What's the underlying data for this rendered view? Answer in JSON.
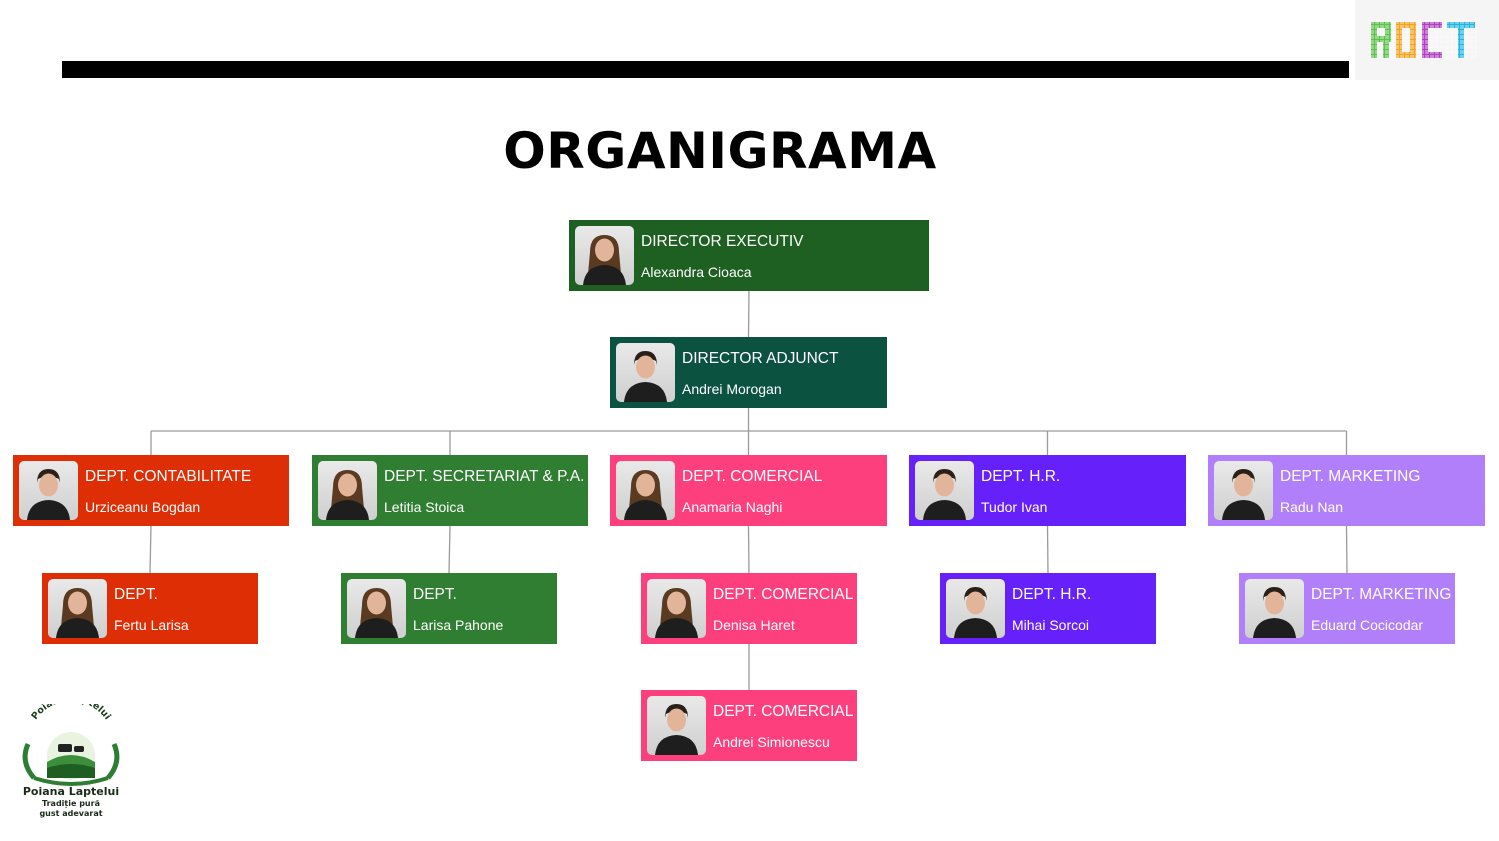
{
  "header": {
    "title": "ORGANIGRAMA",
    "brand_logo_text": "ROCT"
  },
  "footer_logo": {
    "arc_text": "Poiana Laptelui",
    "name": "Poiana Laptelui",
    "tagline_1": "Tradiție pură",
    "tagline_2": "gust adevarat"
  },
  "colors": {
    "executive": "#1e5f22",
    "adjunct": "#0b5240",
    "accounting": "#dd2e06",
    "secretariat": "#2f7e31",
    "commercial": "#fd3f7e",
    "hr": "#6621fb",
    "marketing": "#b17ffa",
    "connector": "#9a9a9a"
  },
  "nodes": [
    {
      "id": "exec",
      "role": "DIRECTOR EXECUTIV",
      "name": "Alexandra Cioaca",
      "color": "executive",
      "photo": "female-photo-icon"
    },
    {
      "id": "adj",
      "role": "DIRECTOR ADJUNCT",
      "name": "Andrei Morogan",
      "color": "adjunct",
      "photo": "male-photo-icon"
    },
    {
      "id": "acc",
      "role": "DEPT. CONTABILITATE",
      "name": "Urziceanu Bogdan",
      "color": "accounting",
      "photo": "male-photo-icon"
    },
    {
      "id": "sec",
      "role": "DEPT. SECRETARIAT & P.A.",
      "name": "Letitia Stoica",
      "color": "secretariat",
      "photo": "female-photo-icon"
    },
    {
      "id": "com",
      "role": "DEPT. COMERCIAL",
      "name": "Anamaria Naghi",
      "color": "commercial",
      "photo": "female-photo-icon"
    },
    {
      "id": "hr",
      "role": "DEPT. H.R.",
      "name": "Tudor Ivan",
      "color": "hr",
      "photo": "male-photo-icon"
    },
    {
      "id": "mkt",
      "role": "DEPT. MARKETING",
      "name": "Radu Nan",
      "color": "marketing",
      "photo": "male-photo-icon"
    },
    {
      "id": "acc2",
      "role": "DEPT.",
      "name": "Fertu Larisa",
      "color": "accounting",
      "photo": "female-photo-icon"
    },
    {
      "id": "sec2",
      "role": "DEPT.",
      "name": "Larisa Pahone",
      "color": "secretariat",
      "photo": "female-photo-icon"
    },
    {
      "id": "com2",
      "role": "DEPT. COMERCIAL",
      "name": "Denisa Haret",
      "color": "commercial",
      "photo": "female-photo-icon"
    },
    {
      "id": "hr2",
      "role": "DEPT. H.R.",
      "name": "Mihai Sorcoi",
      "color": "hr",
      "photo": "male-photo-icon"
    },
    {
      "id": "mkt2",
      "role": "DEPT. MARKETING",
      "name": "Eduard Cocicodar",
      "color": "marketing",
      "photo": "male-photo-icon"
    },
    {
      "id": "com3",
      "role": "DEPT. COMERCIAL",
      "name": "Andrei Simionescu",
      "color": "commercial",
      "photo": "male-photo-icon"
    }
  ],
  "edges": [
    [
      "exec",
      "adj"
    ],
    [
      "adj",
      "acc"
    ],
    [
      "adj",
      "sec"
    ],
    [
      "adj",
      "com"
    ],
    [
      "adj",
      "hr"
    ],
    [
      "adj",
      "mkt"
    ],
    [
      "acc",
      "acc2"
    ],
    [
      "sec",
      "sec2"
    ],
    [
      "com",
      "com2"
    ],
    [
      "hr",
      "hr2"
    ],
    [
      "mkt",
      "mkt2"
    ],
    [
      "com2",
      "com3"
    ]
  ]
}
